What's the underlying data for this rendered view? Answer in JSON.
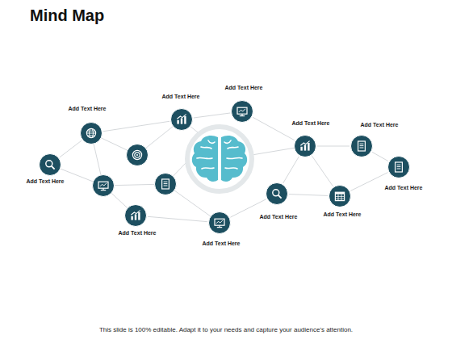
{
  "diagram": {
    "title": "Mind Map",
    "caption": "This slide is 100% editable. Adapt it to your needs and capture your audience's attention.",
    "nodes": [
      {
        "text": [
          "Add Text Here"
        ]
      },
      {
        "text": [
          "Add Text Here"
        ]
      },
      {
        "text": [
          "Add Text Here"
        ]
      },
      {
        "text": [
          "Add Text Here"
        ]
      },
      {
        "text": [
          "Add Text Here"
        ]
      },
      {
        "text": [
          "Add Text Here"
        ]
      },
      {
        "text": [
          "Add Text Here"
        ]
      },
      {
        "text": [
          "Add Text Here"
        ]
      },
      {
        "text": [
          "Add Text Here"
        ]
      },
      {
        "text": [
          "Add Text Here"
        ]
      },
      {
        "text": [
          "Add Text Here"
        ]
      }
    ],
    "edges": [
      {
        "from": 1,
        "to": 0,
        "arrow": "none"
      },
      {
        "from": 0,
        "to": 3,
        "arrow": "none"
      },
      {
        "from": 3,
        "to": 4,
        "arrow": "none"
      },
      {
        "from": 4,
        "to": 6,
        "arrow": "none"
      },
      {
        "from": 3,
        "to": 7,
        "arrow": "none"
      },
      {
        "from": 3,
        "to": 8,
        "arrow": "none"
      },
      {
        "from": 7,
        "to": 8,
        "arrow": "none"
      },
      {
        "from": 8,
        "to": 6,
        "arrow": "none"
      },
      {
        "from": 5,
        "to": 2,
        "arrow": "none"
      },
      {
        "from": 2,
        "to": 1,
        "arrow": "none"
      },
      {
        "from": 10,
        "to": 7,
        "arrow": "none"
      },
      {
        "from": 9,
        "to": 10,
        "arrow": "none"
      }
    ]
  }
}
